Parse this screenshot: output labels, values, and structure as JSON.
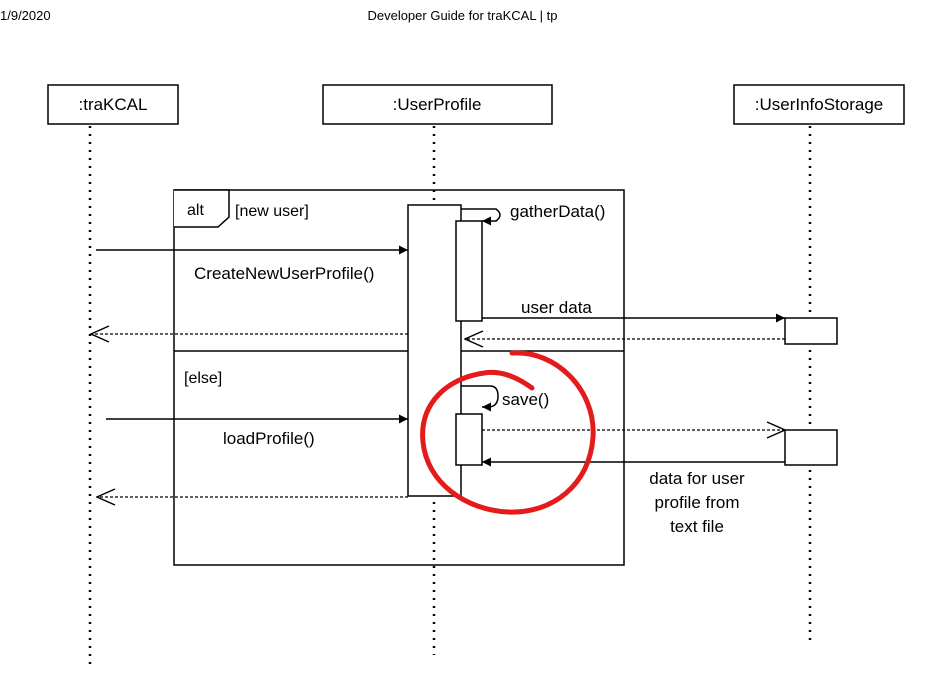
{
  "header": {
    "date": "1/9/2020",
    "title": "Developer Guide for traKCAL | tp"
  },
  "diagram": {
    "participants": [
      ":traKCAL",
      ":UserProfile",
      ":UserInfoStorage"
    ],
    "fragment": {
      "operator": "alt",
      "guard1": "[new user]",
      "guard2": "[else]"
    },
    "messages": {
      "create": "CreateNewUserProfile()",
      "gather": "gatherData()",
      "user_data": "user data",
      "load": "loadProfile()",
      "save": "save()",
      "data_return": [
        "data for user",
        "profile from",
        "text file"
      ]
    },
    "highlight_color": "#e41b1b"
  }
}
